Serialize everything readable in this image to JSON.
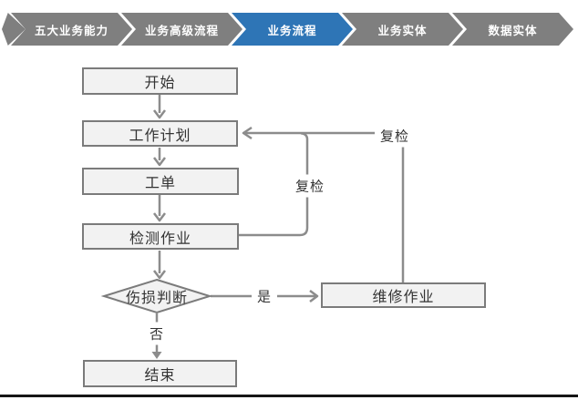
{
  "nav": {
    "items": [
      {
        "label": "五大业务能力",
        "active": false
      },
      {
        "label": "业务高级流程",
        "active": false
      },
      {
        "label": "业务流程",
        "active": true
      },
      {
        "label": "业务实体",
        "active": false
      },
      {
        "label": "数据实体",
        "active": false
      }
    ],
    "active_color": "#2E75B6",
    "inactive_color": "#7F7F7F"
  },
  "flowchart": {
    "nodes": {
      "start": "开始",
      "plan": "工作计划",
      "order": "工单",
      "inspect": "检测作业",
      "decision": "伤损判断",
      "repair": "维修作业",
      "end": "结束"
    },
    "edge_labels": {
      "yes": "是",
      "no": "否",
      "recheck_inner": "复检",
      "recheck_outer": "复检"
    },
    "colors": {
      "node_fill": "#F2F2F2",
      "node_border": "#7B7B7B",
      "connector": "#8C8C8C"
    }
  }
}
